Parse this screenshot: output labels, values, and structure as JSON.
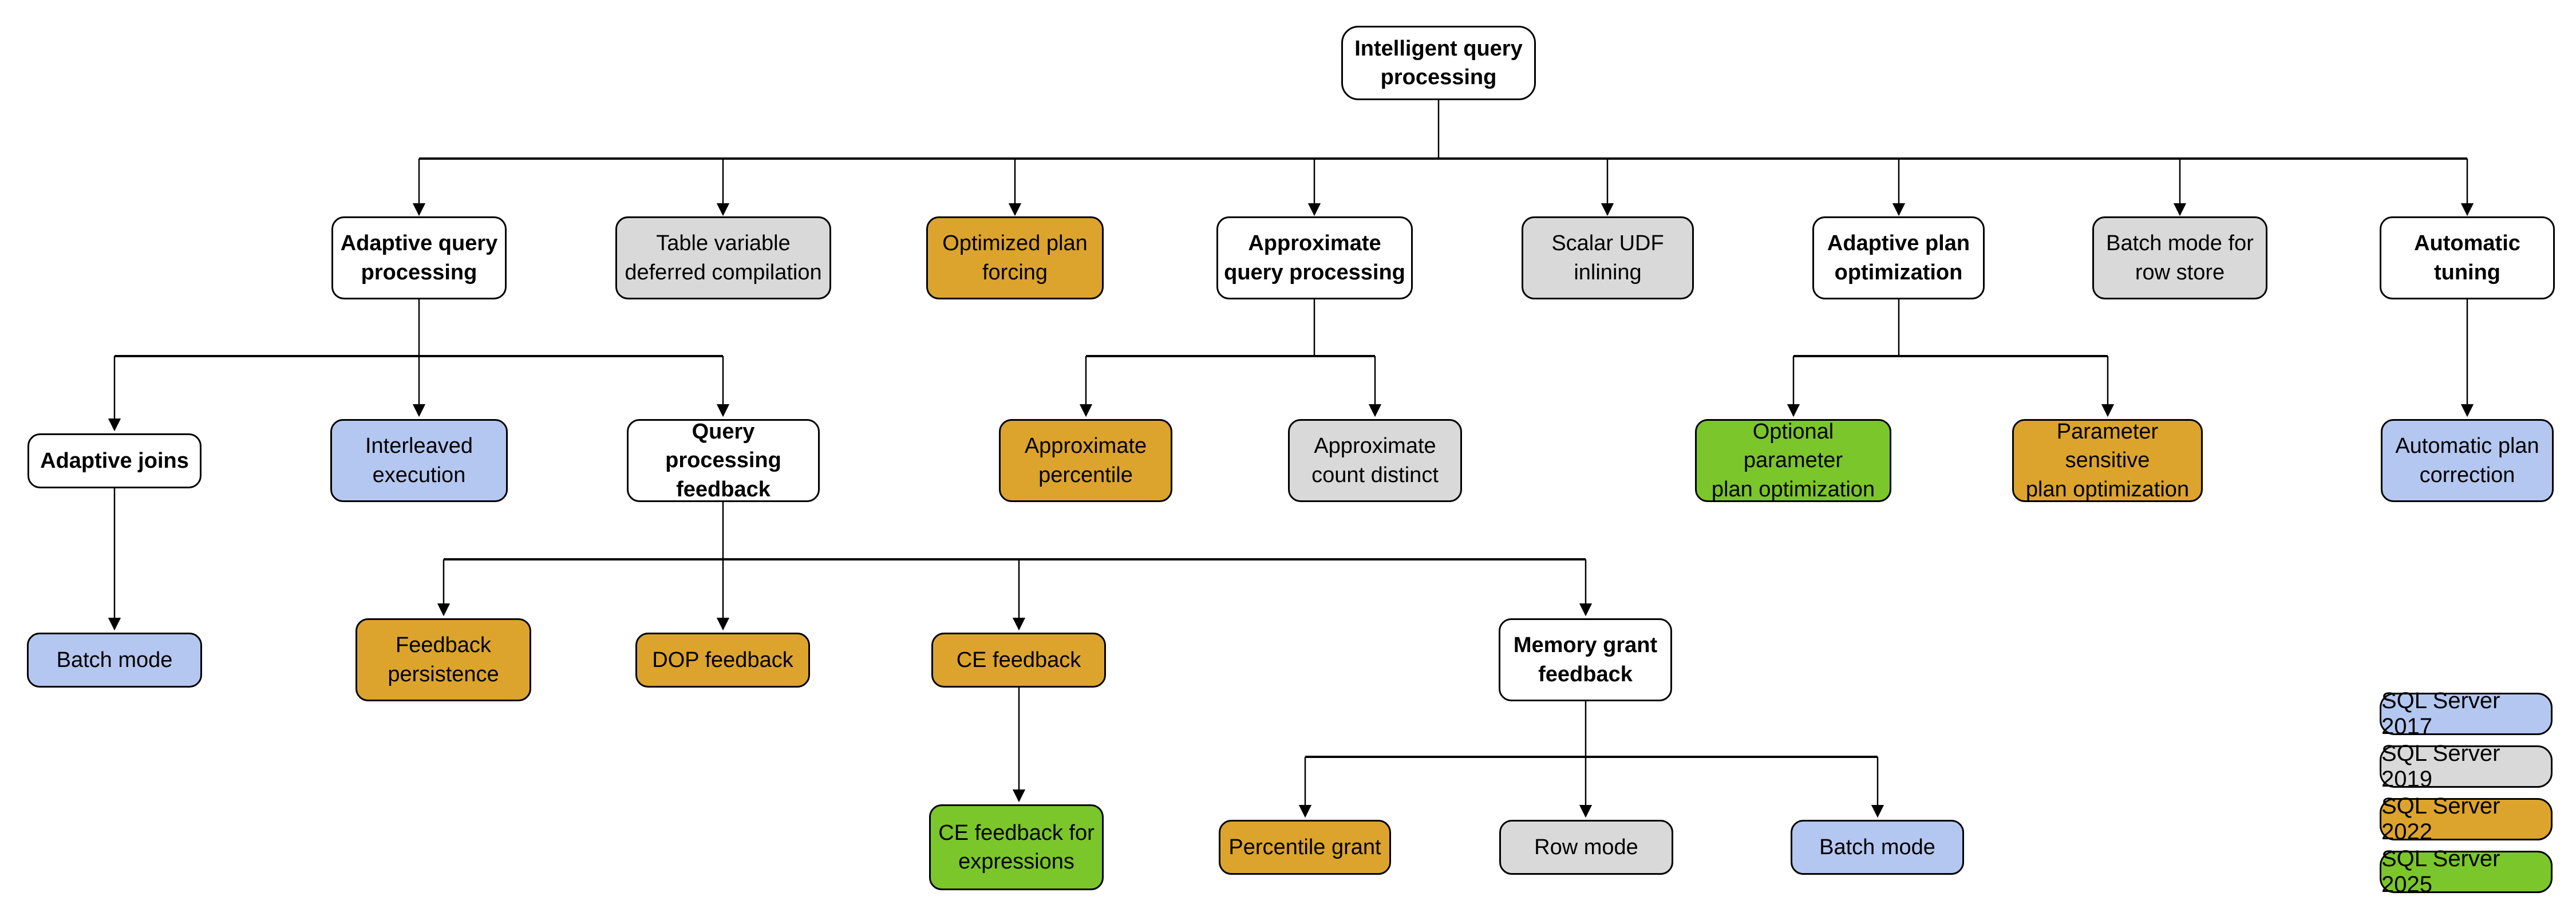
{
  "diagram": {
    "nodes": {
      "root": {
        "label": "Intelligent query\nprocessing"
      },
      "adaptive_query_processing": {
        "label": "Adaptive query\nprocessing"
      },
      "table_variable_deferred_compilation": {
        "label": "Table variable\ndeferred compilation"
      },
      "optimized_plan_forcing": {
        "label": "Optimized plan\nforcing"
      },
      "approximate_query_processing": {
        "label": "Approximate\nquery processing"
      },
      "scalar_udf_inlining": {
        "label": "Scalar UDF\ninlining"
      },
      "adaptive_plan_optimization": {
        "label": "Adaptive plan\noptimization"
      },
      "batch_mode_for_row_store": {
        "label": "Batch mode for\nrow store"
      },
      "automatic_tuning": {
        "label": "Automatic\ntuning"
      },
      "adaptive_joins": {
        "label": "Adaptive joins"
      },
      "interleaved_execution": {
        "label": "Interleaved\nexecution"
      },
      "query_processing_feedback": {
        "label": "Query processing\nfeedback"
      },
      "approximate_percentile": {
        "label": "Approximate\npercentile"
      },
      "approximate_count_distinct": {
        "label": "Approximate\ncount distinct"
      },
      "optional_parameter_plan_optimization": {
        "label": "Optional parameter\nplan optimization"
      },
      "parameter_sensitive_plan_optimization": {
        "label": "Parameter sensitive\nplan optimization"
      },
      "automatic_plan_correction": {
        "label": "Automatic plan\ncorrection"
      },
      "batch_mode_under_adaptive_joins": {
        "label": "Batch mode"
      },
      "feedback_persistence": {
        "label": "Feedback\npersistence"
      },
      "dop_feedback": {
        "label": "DOP feedback"
      },
      "ce_feedback": {
        "label": "CE feedback"
      },
      "memory_grant_feedback": {
        "label": "Memory grant\nfeedback"
      },
      "ce_feedback_for_expressions": {
        "label": "CE feedback for\nexpressions"
      },
      "percentile_grant": {
        "label": "Percentile grant"
      },
      "row_mode": {
        "label": "Row mode"
      },
      "batch_mode_under_memory_grant": {
        "label": "Batch mode"
      }
    },
    "legend": [
      {
        "label": "SQL Server 2017",
        "color": "#B4C7F0"
      },
      {
        "label": "SQL Server 2019",
        "color": "#D9D9D9"
      },
      {
        "label": "SQL Server 2022",
        "color": "#DCA42D"
      },
      {
        "label": "SQL Server 2025",
        "color": "#7BC62B"
      }
    ],
    "palette": {
      "parent": "#FFFFFF",
      "sql2017": "#B4C7F0",
      "sql2019": "#D9D9D9",
      "sql2022": "#DCA42D",
      "sql2025": "#7BC62B",
      "line": "#000000"
    }
  }
}
